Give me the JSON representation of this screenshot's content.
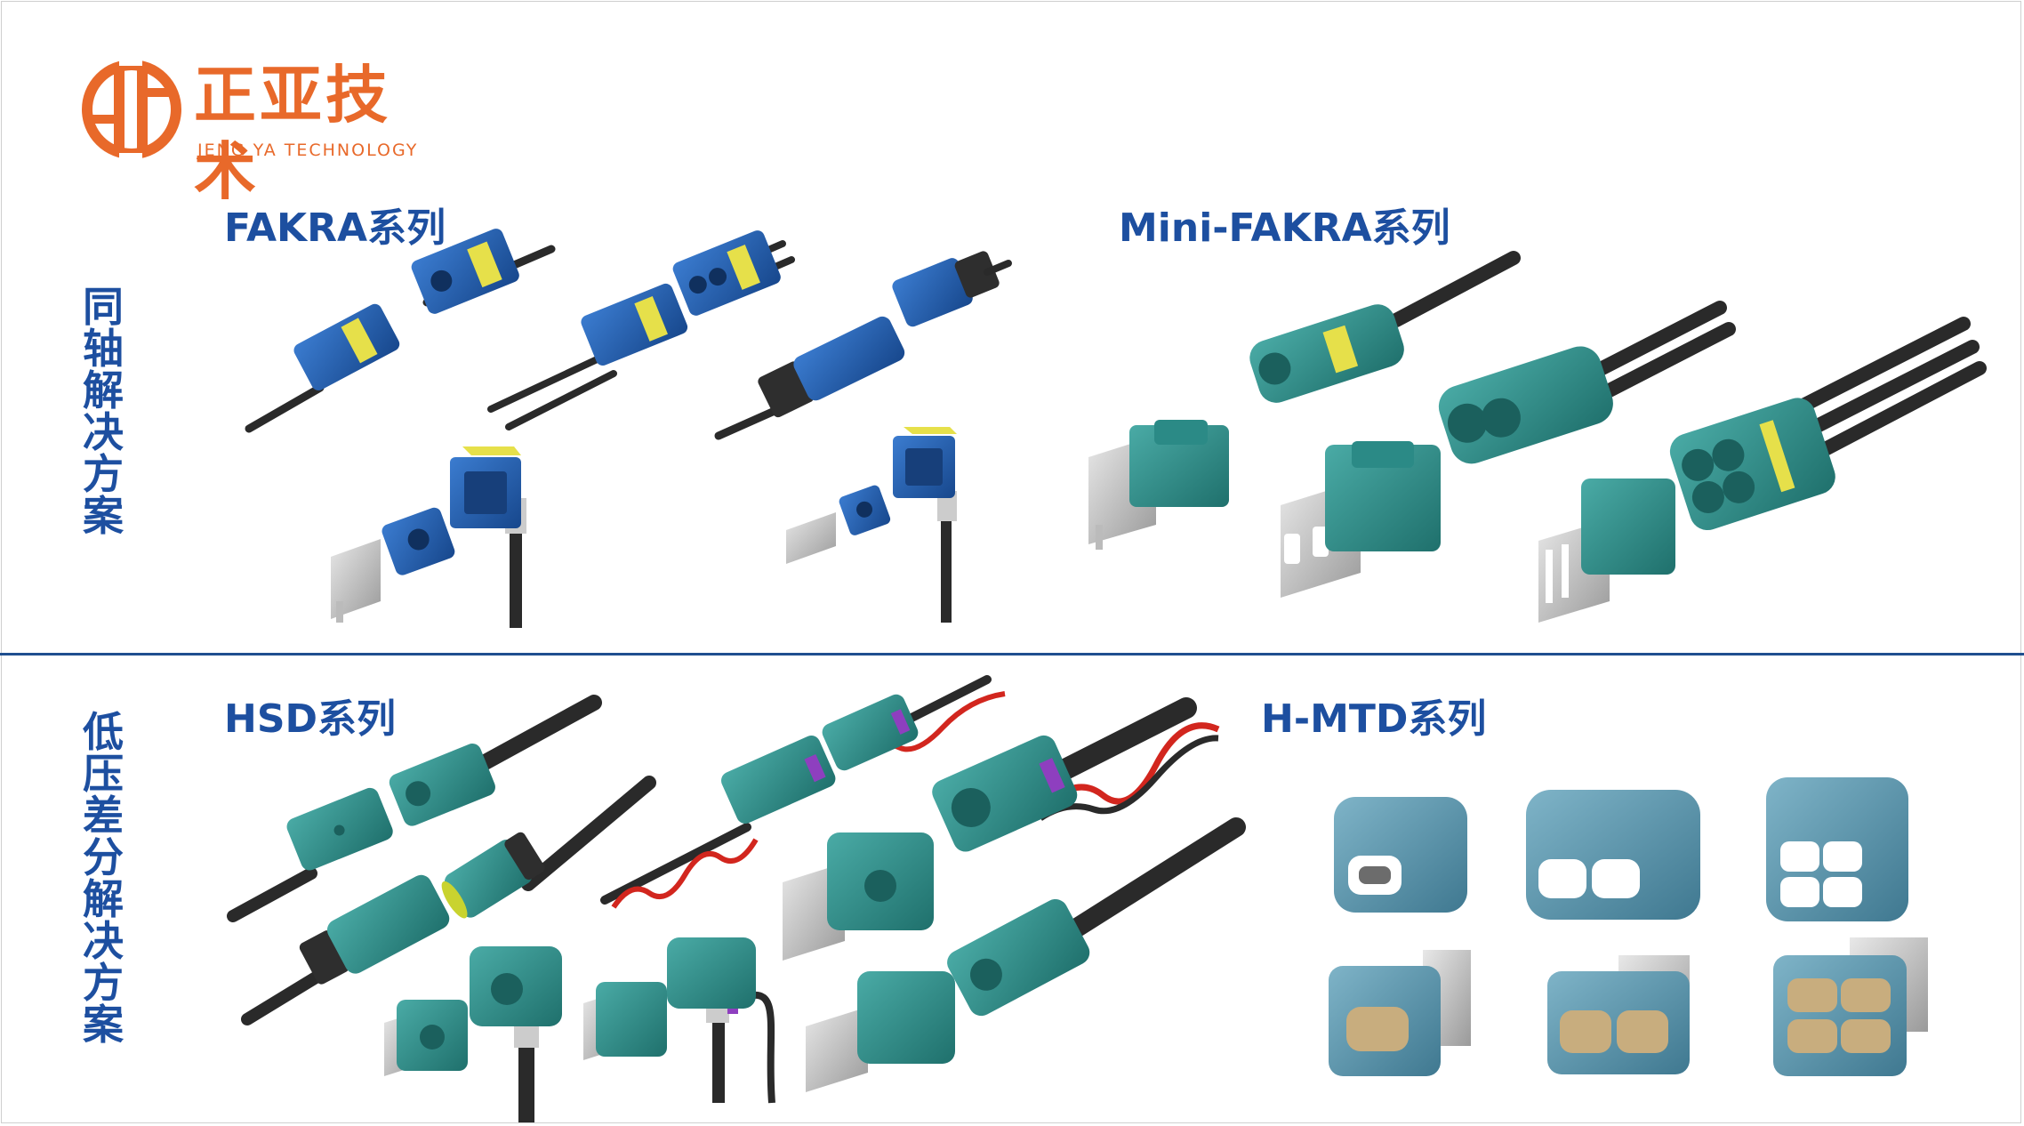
{
  "logo": {
    "cn": "正亚技术",
    "en": "JENG YA TECHNOLOGY"
  },
  "sections": {
    "coax": {
      "label": "同轴解决方案"
    },
    "lowvoltage": {
      "label": "低压差分解决方案"
    }
  },
  "series": {
    "fakra": "FAKRA系列",
    "mini_fakra": "Mini-FAKRA系列",
    "hsd": "HSD系列",
    "hmtd": "H-MTD系列"
  },
  "colors": {
    "brand": "#e8692a",
    "title_blue": "#1d4fa0",
    "fakra_blue": "#1f5aa8",
    "fakra_yellow": "#e6e04a",
    "teal": "#2f8f8b",
    "hmtd_blue": "#5b94ab",
    "cable": "#2a2a2a"
  }
}
